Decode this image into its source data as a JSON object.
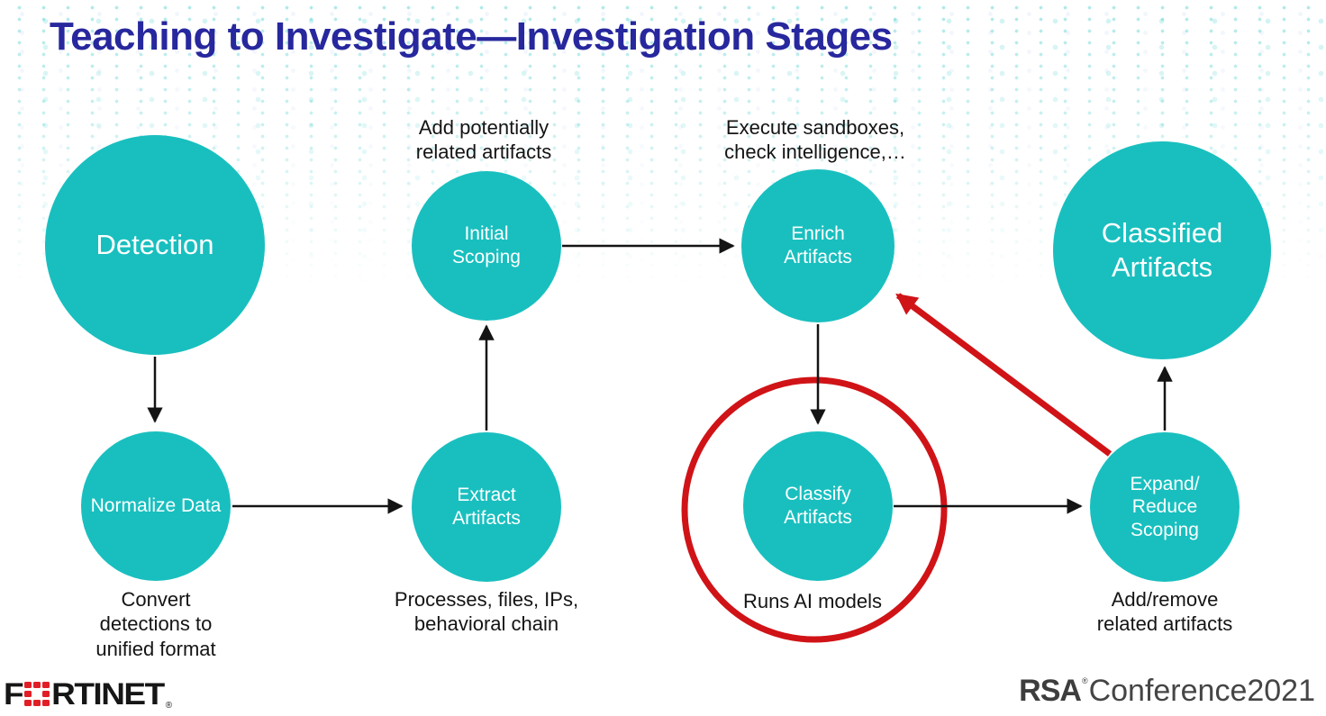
{
  "title": "Teaching to Investigate—Investigation Stages",
  "colors": {
    "node_teal": "#19BFBF",
    "title_blue": "#27279E",
    "highlight_red": "#D01317",
    "arrow_black": "#141414"
  },
  "nodes": {
    "detection": {
      "label": "Detection"
    },
    "normalize_data": {
      "label": "Normalize Data"
    },
    "initial_scoping": {
      "label": "Initial\nScoping"
    },
    "extract_artifacts": {
      "label": "Extract\nArtifacts"
    },
    "enrich_artifacts": {
      "label": "Enrich\nArtifacts"
    },
    "classify_artifacts": {
      "label": "Classify\nArtifacts"
    },
    "expand_reduce_scoping": {
      "label": "Expand/\nReduce\nScoping"
    },
    "classified_artifacts": {
      "label": "Classified\nArtifacts"
    }
  },
  "annotations": {
    "initial_scoping": "Add potentially\nrelated artifacts",
    "enrich_artifacts": "Execute sandboxes,\ncheck intelligence,…",
    "normalize_data": "Convert\ndetections to\nunified format",
    "extract_artifacts": "Processes, files, IPs,\nbehavioral chain",
    "classify_artifacts": "Runs AI models",
    "expand_reduce_scoping": "Add/remove\nrelated artifacts"
  },
  "flow": {
    "edges": [
      "detection → normalize_data",
      "normalize_data → extract_artifacts",
      "extract_artifacts → initial_scoping",
      "initial_scoping → enrich_artifacts",
      "enrich_artifacts → classify_artifacts",
      "classify_artifacts → expand_reduce_scoping",
      "expand_reduce_scoping → classified_artifacts",
      "expand_reduce_scoping → enrich_artifacts (red feedback)"
    ],
    "highlighted_node": "classify_artifacts"
  },
  "footer": {
    "fortinet_f": "F",
    "fortinet_rest": "RTINET",
    "fortinet_reg": "®",
    "rsa": "RSA",
    "rsa_reg": "®",
    "conference": "Conference2021"
  }
}
